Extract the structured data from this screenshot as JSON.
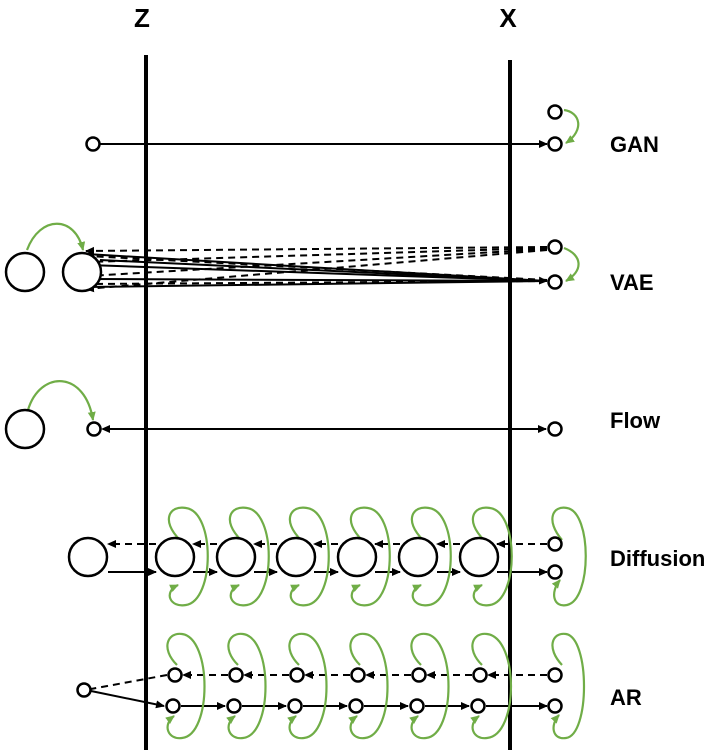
{
  "axes": {
    "left_label": "Z",
    "right_label": "X"
  },
  "models": [
    {
      "id": "gan",
      "label": "GAN"
    },
    {
      "id": "vae",
      "label": "VAE"
    },
    {
      "id": "flow",
      "label": "Flow"
    },
    {
      "id": "diffusion",
      "label": "Diffusion"
    },
    {
      "id": "ar",
      "label": "AR"
    }
  ],
  "colors": {
    "edge": "#000000",
    "loop": "#70ad47",
    "background": "#ffffff"
  }
}
